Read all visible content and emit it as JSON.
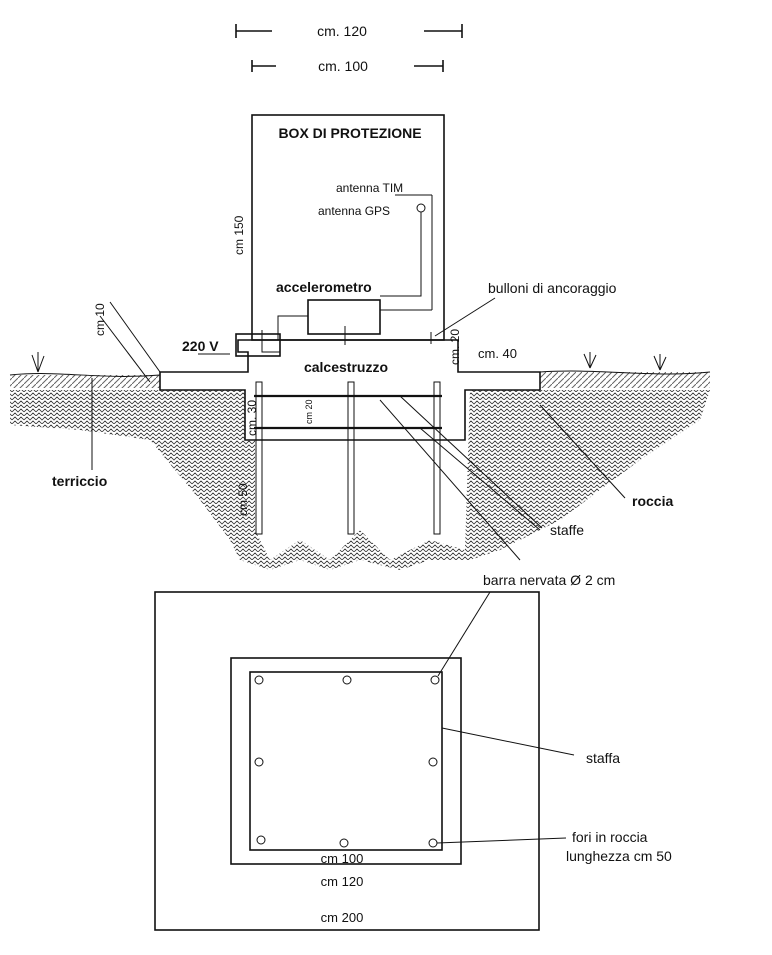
{
  "dimensions": {
    "top_outer": "cm. 120",
    "top_inner": "cm. 100",
    "box_height": "cm 150",
    "cm10": "cm 10",
    "cm20": "cm. 20",
    "cm40": "cm. 40",
    "cm30": "cm. 30",
    "cm20b": "cm 20",
    "cm50": "cm 50"
  },
  "section": {
    "box_title": "BOX DI PROTEZIONE",
    "antenna_tim": "antenna TIM",
    "antenna_gps": "antenna GPS",
    "accelerometer": "accelerometro",
    "anchor_bolts": "bulloni di ancoraggio",
    "power": "220 V",
    "concrete": "calcestruzzo",
    "topsoil": "terriccio",
    "rock": "roccia",
    "stirrups": "staffe",
    "rebar": "barra nervata Ø 2 cm"
  },
  "plan": {
    "stirrup": "staffa",
    "holes_line1": "fori in roccia",
    "holes_line2": "lunghezza cm 50",
    "dim_100": "cm 100",
    "dim_120": "cm 120",
    "dim_200": "cm 200"
  }
}
